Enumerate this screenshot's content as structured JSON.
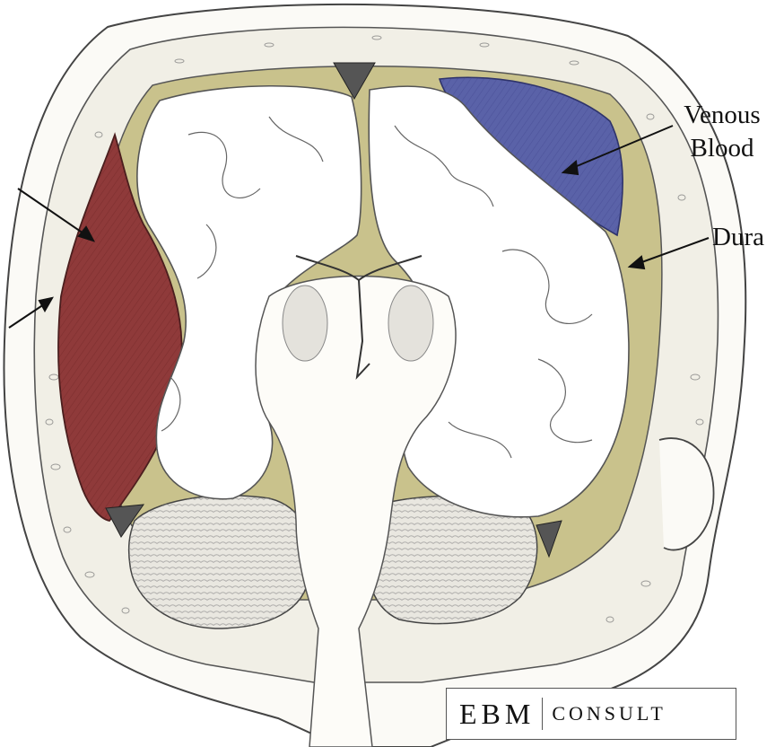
{
  "labels": {
    "venous_line1": "Venous",
    "venous_line2": "Blood",
    "dura": "Dura"
  },
  "logo": {
    "brand": "EBM",
    "sub": "CONSULT"
  },
  "colors": {
    "hematoma_red": "#8f3a3a",
    "venous_blue": "#5a62a8",
    "dura_tan": "#c9c28c",
    "ink": "#333333"
  }
}
